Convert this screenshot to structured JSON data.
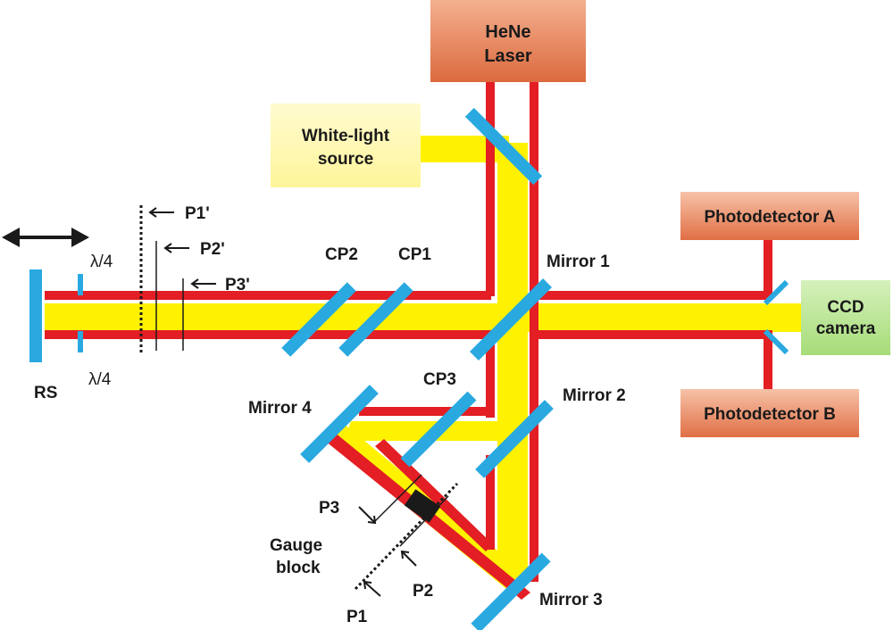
{
  "components": {
    "laser": {
      "line1": "HeNe",
      "line2": "Laser"
    },
    "white_light": {
      "line1": "White-light",
      "line2": "source"
    },
    "pd_a": "Photodetector A",
    "pd_b": "Photodetector B",
    "ccd": {
      "line1": "CCD",
      "line2": "camera"
    }
  },
  "labels": {
    "mirror1": "Mirror 1",
    "mirror2": "Mirror 2",
    "mirror3": "Mirror 3",
    "mirror4": "Mirror 4",
    "cp1": "CP1",
    "cp2": "CP2",
    "cp3": "CP3",
    "rs": "RS",
    "qwp_top": "λ/4",
    "qwp_bottom": "λ/4",
    "p1p": "P1'",
    "p2p": "P2'",
    "p3p": "P3'",
    "p1": "P1",
    "p2": "P2",
    "p3": "P3",
    "gauge": {
      "line1": "Gauge",
      "line2": "block"
    }
  },
  "colors": {
    "laser_beam": "#e31e24",
    "white_beam": "#fff200",
    "optic": "#29a9e0",
    "laser_box": "#e8835a",
    "white_box": "#fff9a8",
    "pd_box": "#e8835a",
    "ccd_box": "#b7e58f"
  }
}
